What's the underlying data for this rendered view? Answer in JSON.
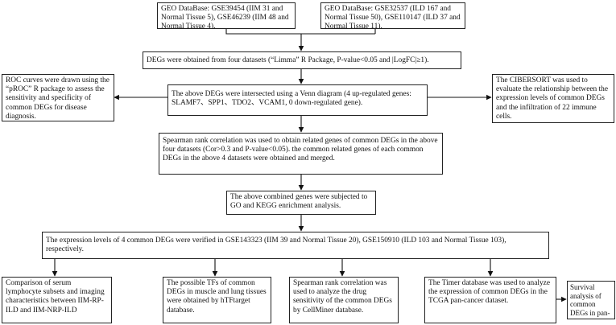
{
  "nodes": {
    "geo_left": "GEO DataBase: GSE39454 (IIM 31 and Normal Tissue 5), GSE46239 (IIM 48 and Normal Tissue 4).",
    "geo_right": "GEO DataBase: GSE32537 (ILD 167 and Normal Tissue 50), GSE110147 (ILD 37 and Normal Tissue 11).",
    "degs": "DEGs were obtained from four datasets (“Limma” R Package, P-value<0.05 and |LogFC|≥1).",
    "roc": "ROC curves were drawn using the “pROC” R package to assess the sensitivity and specificity of common DEGs for disease diagnosis.",
    "venn": "The above DEGs were intersected using a Venn diagram (4 up-regulated genes: SLAMF7、SPP1、TDO2、VCAM1, 0 down-regulated gene).",
    "cibersort": "The CIBERSORT was used to evaluate the relationship between the expression levels of common DEGs and the infiltration of 22 immune cells.",
    "spearman": "Spearman rank correlation was used to obtain related genes of common DEGs in the above four datasets (Cor>0.3 and P-value<0.05). the common related genes of each common DEGs in the above 4 datasets were obtained and merged.",
    "go_kegg": "The above combined genes were subjected to GO and KEGG enrichment analysis.",
    "verified": "The expression levels of 4 common DEGs were verified in GSE143323 (IIM 39 and Normal Tissue 20), GSE150910 (ILD 103 and Normal Tissue 103), respectively.",
    "serum": "Comparison of serum lymphocyte subsets and imaging characteristics between IIM-RP-ILD and IIM-NRP-ILD",
    "tfs": "The possible TFs of common DEGs in muscle and lung tissues were obtained by hTFtarget database.",
    "drug": "Spearman rank correlation was used to analyze the drug sensitivity of the common DEGs by CellMiner database.",
    "timer": "The Timer database was used to analyze the expression of common DEGs in the TCGA pan-cancer dataset.",
    "survival": "Survival analysis of common DEGs in pan-cancer"
  }
}
